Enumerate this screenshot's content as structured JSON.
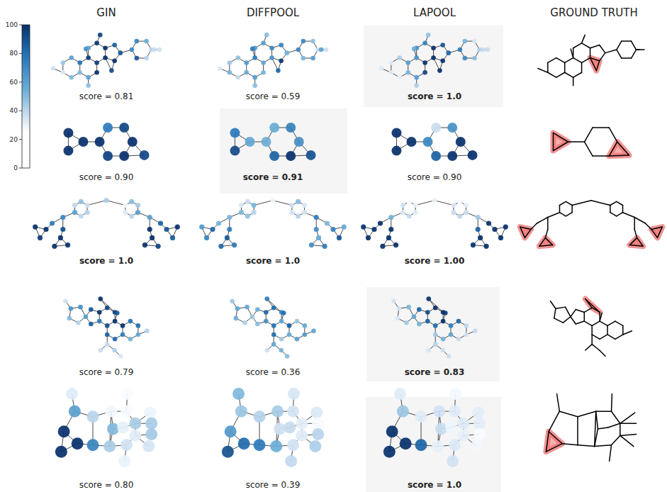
{
  "diagram": {
    "nodes": [
      {
        "text": [
          "score = 1.0"
        ]
      },
      {
        "text": [
          "score = 0.91"
        ]
      },
      {
        "text": [
          "score = 0.83"
        ]
      },
      {
        "text": [
          "score = 1.0"
        ]
      }
    ],
    "labels": [
      "GIN",
      "DIFFPOOL",
      "LAPOOL",
      "GROUND TRUTH",
      "100",
      "80",
      "60",
      "40",
      "20",
      "0",
      "score = 0.81",
      "score = 0.59",
      "score = 0.90",
      "score = 0.90",
      "score = 1.0",
      "score = 1.0",
      "score = 1.00",
      "score = 0.79",
      "score = 0.36",
      "score = 0.80",
      "score = 0.39"
    ]
  }
}
